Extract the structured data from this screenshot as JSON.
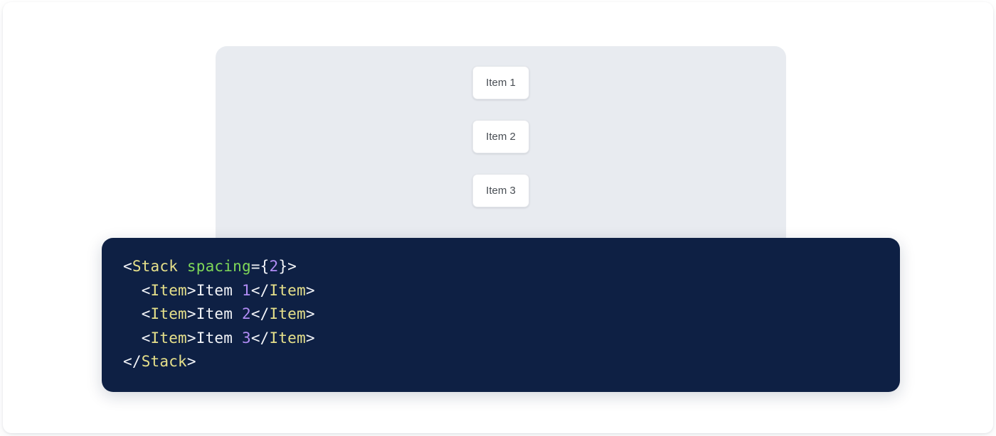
{
  "preview": {
    "panel_bg": "#e8ebf0",
    "items": [
      {
        "label": "Item 1"
      },
      {
        "label": "Item 2"
      },
      {
        "label": "Item 3"
      }
    ]
  },
  "code": {
    "panel_bg": "#0e2044",
    "language": "jsx",
    "colors": {
      "punctuation": "#f2f4f8",
      "tag": "#e6e08a",
      "attribute": "#7fd858",
      "number": "#b18cf5",
      "text": "#f2f4f8"
    },
    "lines": [
      {
        "id": "line-1",
        "tokens": [
          {
            "t": "punct",
            "v": "<"
          },
          {
            "t": "tag",
            "v": "Stack"
          },
          {
            "t": "text",
            "v": " "
          },
          {
            "t": "attr",
            "v": "spacing"
          },
          {
            "t": "punct",
            "v": "={"
          },
          {
            "t": "num",
            "v": "2"
          },
          {
            "t": "punct",
            "v": "}>"
          }
        ]
      },
      {
        "id": "line-2",
        "tokens": [
          {
            "t": "text",
            "v": "  "
          },
          {
            "t": "punct",
            "v": "<"
          },
          {
            "t": "tag",
            "v": "Item"
          },
          {
            "t": "punct",
            "v": ">"
          },
          {
            "t": "text",
            "v": "Item "
          },
          {
            "t": "num",
            "v": "1"
          },
          {
            "t": "punct",
            "v": "</"
          },
          {
            "t": "tag",
            "v": "Item"
          },
          {
            "t": "punct",
            "v": ">"
          }
        ]
      },
      {
        "id": "line-3",
        "tokens": [
          {
            "t": "text",
            "v": "  "
          },
          {
            "t": "punct",
            "v": "<"
          },
          {
            "t": "tag",
            "v": "Item"
          },
          {
            "t": "punct",
            "v": ">"
          },
          {
            "t": "text",
            "v": "Item "
          },
          {
            "t": "num",
            "v": "2"
          },
          {
            "t": "punct",
            "v": "</"
          },
          {
            "t": "tag",
            "v": "Item"
          },
          {
            "t": "punct",
            "v": ">"
          }
        ]
      },
      {
        "id": "line-4",
        "tokens": [
          {
            "t": "text",
            "v": "  "
          },
          {
            "t": "punct",
            "v": "<"
          },
          {
            "t": "tag",
            "v": "Item"
          },
          {
            "t": "punct",
            "v": ">"
          },
          {
            "t": "text",
            "v": "Item "
          },
          {
            "t": "num",
            "v": "3"
          },
          {
            "t": "punct",
            "v": "</"
          },
          {
            "t": "tag",
            "v": "Item"
          },
          {
            "t": "punct",
            "v": ">"
          }
        ]
      },
      {
        "id": "line-5",
        "tokens": [
          {
            "t": "punct",
            "v": "</"
          },
          {
            "t": "tag",
            "v": "Stack"
          },
          {
            "t": "punct",
            "v": ">"
          }
        ]
      }
    ]
  }
}
